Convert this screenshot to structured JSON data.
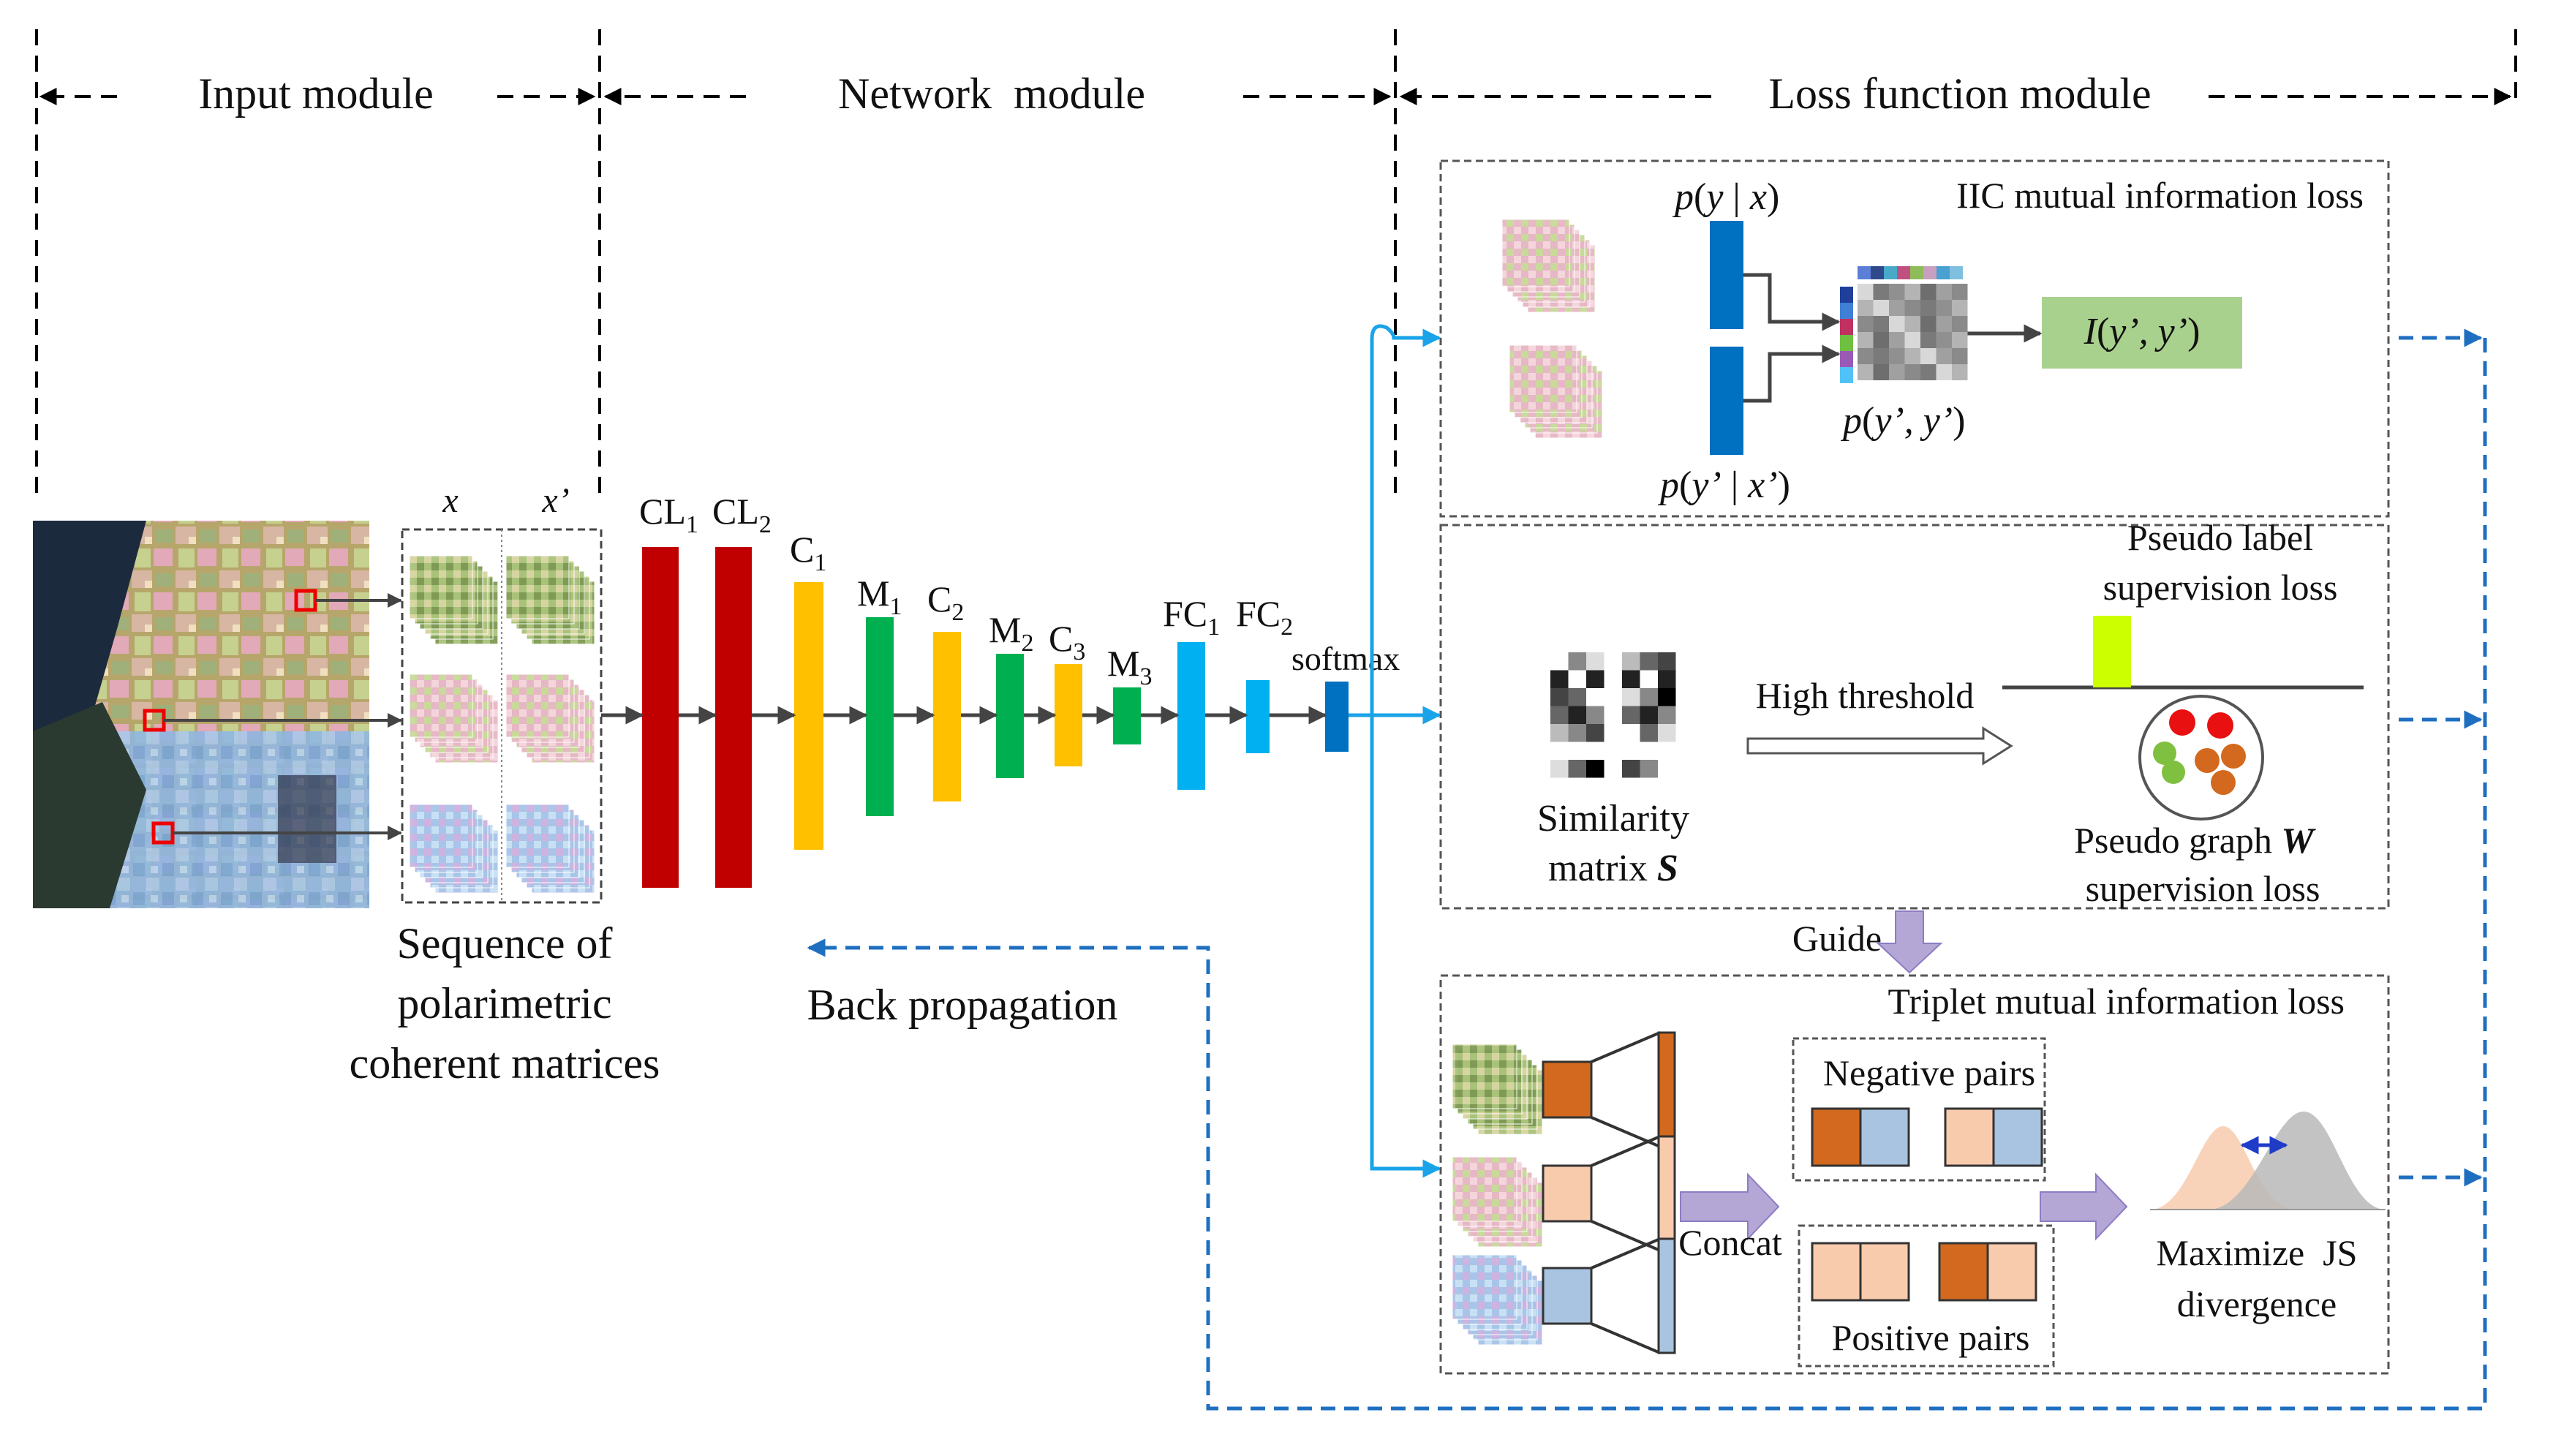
{
  "modules": {
    "input": "Input module",
    "network": "Network  module",
    "loss": "Loss function module"
  },
  "input": {
    "col_x": "x",
    "col_xprime": "x’",
    "caption_line1": "Sequence of",
    "caption_line2": "polarimetric",
    "caption_line3": "coherent matrices"
  },
  "network": {
    "layers": [
      {
        "name": "CL",
        "sub": "1",
        "color": "#c00000"
      },
      {
        "name": "CL",
        "sub": "2",
        "color": "#c00000"
      },
      {
        "name": "C",
        "sub": "1",
        "color": "#ffc000"
      },
      {
        "name": "M",
        "sub": "1",
        "color": "#00b050"
      },
      {
        "name": "C",
        "sub": "2",
        "color": "#ffc000"
      },
      {
        "name": "M",
        "sub": "2",
        "color": "#00b050"
      },
      {
        "name": "C",
        "sub": "3",
        "color": "#ffc000"
      },
      {
        "name": "M",
        "sub": "3",
        "color": "#00b050"
      },
      {
        "name": "FC",
        "sub": "1",
        "color": "#00b0f0"
      },
      {
        "name": "FC",
        "sub": "2",
        "color": "#00b0f0"
      },
      {
        "name": "softmax",
        "sub": "",
        "color": "#0070c0"
      }
    ],
    "back_propagation": "Back propagation"
  },
  "iic": {
    "title": "IIC mutual information loss",
    "p_y_x_1": "p",
    "p_y_x_2": "(",
    "p_y_x_3": "y",
    "p_y_x_4": " | ",
    "p_y_x_5": "x",
    "p_y_x_6": ")",
    "p_yp_xp_1": "p",
    "p_yp_xp_2": "(",
    "p_yp_xp_3": "y’",
    "p_yp_xp_4": " | ",
    "p_yp_xp_5": "x’",
    "p_yp_xp_6": ")",
    "joint_1": "p",
    "joint_2": "(",
    "joint_3": "y’, y’",
    "joint_4": ")",
    "mi_1": "I",
    "mi_2": "(",
    "mi_3": "y’, y’",
    "mi_4": ")"
  },
  "pseudo": {
    "label_loss_line1": "Pseudo label",
    "label_loss_line2": "supervision loss",
    "high_threshold": "High threshold",
    "similarity_line1": "Similarity",
    "similarity_line2a": "matrix ",
    "similarity_line2b": "S",
    "graph_line1a": "Pseudo graph ",
    "graph_line1b": "W",
    "graph_line2": "supervision loss"
  },
  "guide": "Guide",
  "triplet": {
    "title": "Triplet mutual information loss",
    "negative_pairs": "Negative pairs",
    "positive_pairs": "Positive pairs",
    "concat": "Concat",
    "maximize_line1": "Maximize  JS",
    "maximize_line2": "divergence"
  },
  "colors": {
    "orange_dark": "#d2691e",
    "peach": "#f8cbad",
    "blue_light": "#a9c4e0",
    "arrow_cyan": "#1aa3e8",
    "arrow_dash": "#1f6fc0",
    "lavender": "#b4a7d6",
    "lime": "#ccff00",
    "green_box": "#a9d18e"
  }
}
